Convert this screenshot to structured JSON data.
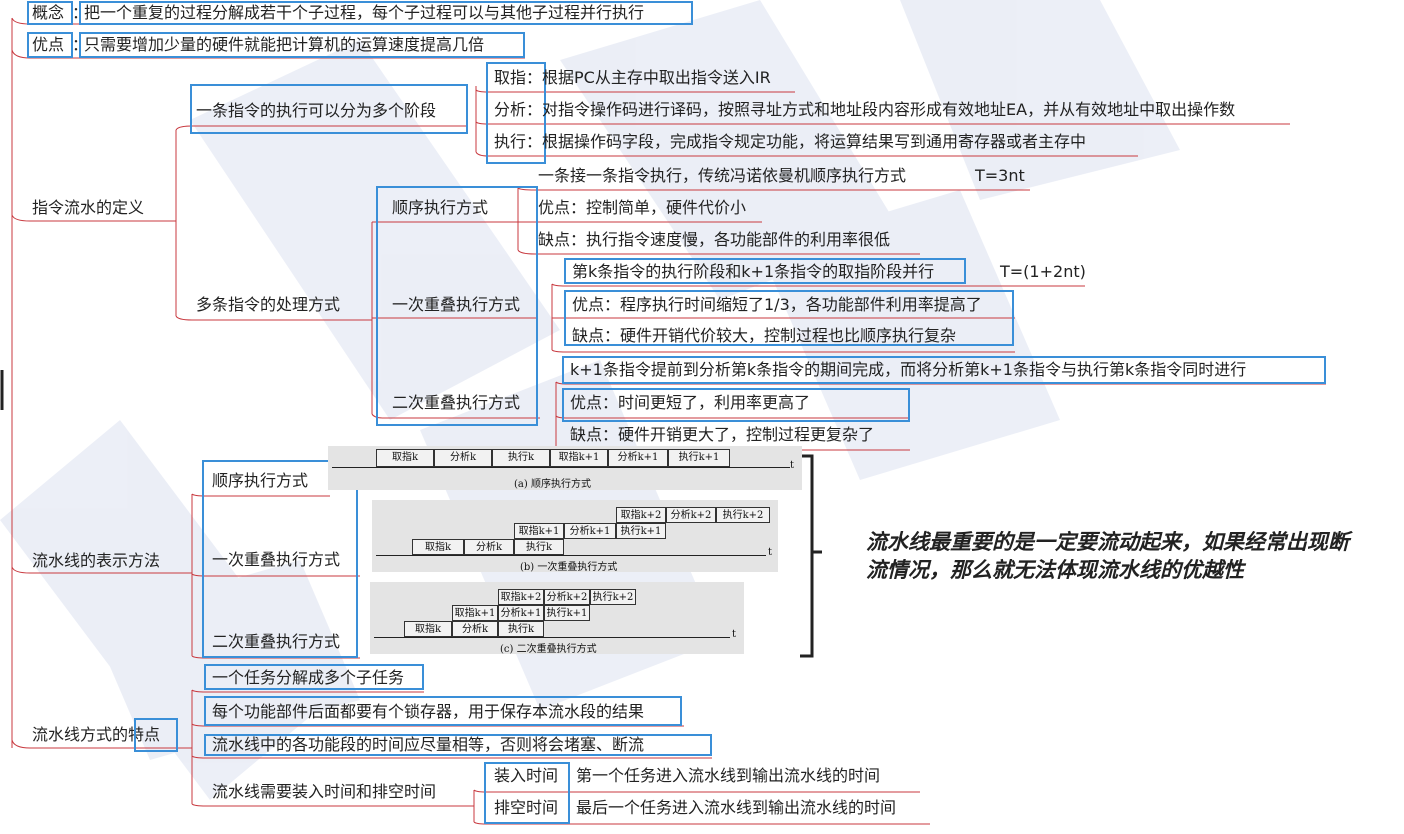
{
  "colors": {
    "branch_line": "#c8393f",
    "box_border": "#3a8fd8",
    "watermark": "#2e4fa8"
  },
  "root": {
    "concept": {
      "label": "概念",
      "text": "把一个重复的过程分解成若干个子过程，每个子过程可以与其他子过程并行执行"
    },
    "advantage": {
      "label": "优点",
      "text": "只需要增加少量的硬件就能把计算机的运算速度提高几倍"
    },
    "definition": {
      "label": "指令流水的定义",
      "single": {
        "label": "一条指令的执行可以分为多个阶段",
        "stages": [
          {
            "name": "取指",
            "desc": "根据PC从主存中取出指令送入IR"
          },
          {
            "name": "分析",
            "desc": "对指令操作码进行译码，按照寻址方式和地址段内容形成有效地址EA，并从有效地址中取出操作数"
          },
          {
            "name": "执行",
            "desc": "根据操作码字段，完成指令规定功能，将运算结果写到通用寄存器或者主存中"
          }
        ]
      },
      "multi": {
        "label": "多条指令的处理方式",
        "sequential": {
          "label": "顺序执行方式",
          "desc": "一条接一条指令执行，传统冯诺依曼机顺序执行方式",
          "time": "T=3nt",
          "pro": "优点：控制简单，硬件代价小",
          "con": "缺点：执行指令速度慢，各功能部件的利用率很低"
        },
        "overlap1": {
          "label": "一次重叠执行方式",
          "desc": "第k条指令的执行阶段和k+1条指令的取指阶段并行",
          "time": "T=(1+2nt)",
          "pro": "优点：程序执行时间缩短了1/3，各功能部件利用率提高了",
          "con": "缺点：硬件开销代价较大，控制过程也比顺序执行复杂"
        },
        "overlap2": {
          "label": "二次重叠执行方式",
          "desc": "k+1条指令提前到分析第k条指令的期间完成，而将分析第k+1条指令与执行第k条指令同时进行",
          "pro": "优点：时间更短了，利用率更高了",
          "con": "缺点：硬件开销更大了，控制过程更复杂了"
        }
      }
    },
    "representation": {
      "label": "流水线的表示方法",
      "items": [
        "顺序执行方式",
        "一次重叠执行方式",
        "二次重叠执行方式"
      ],
      "note": "流水线最重要的是一定要流动起来，如果经常出现断流情况，那么就无法体现流水线的优越性",
      "figures": {
        "a": {
          "caption": "(a) 顺序执行方式",
          "cells": [
            "取指k",
            "分析k",
            "执行k",
            "取指k+1",
            "分析k+1",
            "执行k+1"
          ],
          "axis": "t"
        },
        "b": {
          "caption": "(b) 一次重叠执行方式",
          "row1": [
            "取指k+2",
            "分析k+2",
            "执行k+2"
          ],
          "row2": [
            "取指k+1",
            "分析k+1",
            "执行k+1"
          ],
          "row3": [
            "取指k",
            "分析k",
            "执行k"
          ],
          "axis": "t"
        },
        "c": {
          "caption": "(c) 二次重叠执行方式",
          "row1": [
            "取指k+2",
            "分析k+2",
            "执行k+2"
          ],
          "row2": [
            "取指k+1",
            "分析k+1",
            "执行k+1"
          ],
          "row3": [
            "取指k",
            "分析k",
            "执行k"
          ],
          "axis": "t"
        }
      }
    },
    "features": {
      "label_prefix": "流水线方式的",
      "label_boxed": "特点",
      "items": [
        "一个任务分解成多个子任务",
        "每个功能部件后面都要有个锁存器，用于保存本流水段的结果",
        "流水线中的各功能段的时间应尽量相等，否则将会堵塞、断流"
      ],
      "timing": {
        "label": "流水线需要装入时间和排空时间",
        "fill": {
          "name": "装入时间",
          "desc": "第一个任务进入流水线到输出流水线的时间"
        },
        "drain": {
          "name": "排空时间",
          "desc": "最后一个任务进入流水线到输出流水线的时间"
        }
      }
    }
  }
}
